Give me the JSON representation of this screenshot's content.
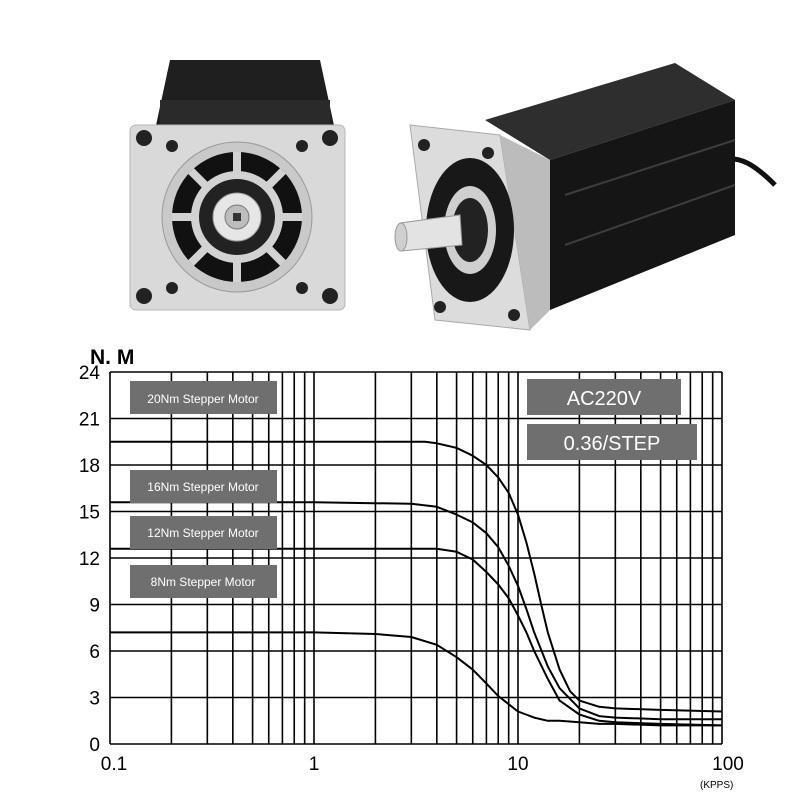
{
  "chart_data": {
    "type": "line",
    "ylabel": "N. M",
    "xunit": "(KPPS)",
    "x_scale": "log",
    "xlim": [
      0.1,
      100
    ],
    "ylim": [
      0,
      24
    ],
    "x_tick_labels": [
      "0.1",
      "1",
      "10",
      "100"
    ],
    "y_tick_labels": [
      "0",
      "3",
      "6",
      "9",
      "12",
      "15",
      "18",
      "21",
      "24"
    ],
    "grid": true,
    "info_boxes": [
      "AC220V",
      "0.36/STEP"
    ],
    "series": [
      {
        "name": "20Nm Stepper Motor",
        "x": [
          0.1,
          1,
          2,
          3.5,
          4,
          5,
          6,
          7,
          8,
          9,
          10,
          11,
          12,
          13,
          14,
          16,
          18,
          20,
          25,
          30,
          50,
          100
        ],
        "y": [
          19.5,
          19.5,
          19.5,
          19.5,
          19.4,
          19.1,
          18.6,
          18.0,
          17.2,
          16.2,
          14.8,
          13.0,
          11.0,
          9.0,
          7.2,
          4.8,
          3.4,
          2.8,
          2.4,
          2.3,
          2.2,
          2.1
        ]
      },
      {
        "name": "16Nm Stepper Motor",
        "x": [
          0.1,
          1,
          3,
          4,
          5,
          6,
          7,
          8,
          9,
          10,
          11,
          12,
          14,
          16,
          20,
          25,
          30,
          50,
          100
        ],
        "y": [
          15.6,
          15.6,
          15.5,
          15.3,
          14.8,
          14.3,
          13.6,
          12.7,
          11.5,
          10.2,
          8.7,
          7.2,
          5.0,
          3.6,
          2.3,
          1.8,
          1.7,
          1.6,
          1.6
        ]
      },
      {
        "name": "12Nm Stepper Motor",
        "x": [
          0.1,
          1,
          4,
          5,
          6,
          7,
          8,
          9,
          10,
          11,
          12,
          14,
          16,
          20,
          25,
          30,
          50,
          100
        ],
        "y": [
          12.6,
          12.6,
          12.6,
          12.4,
          11.9,
          11.1,
          10.3,
          9.4,
          8.3,
          7.2,
          6.0,
          4.2,
          2.8,
          1.9,
          1.5,
          1.4,
          1.3,
          1.2
        ]
      },
      {
        "name": "8Nm Stepper Motor",
        "x": [
          0.1,
          1,
          2,
          3,
          4,
          5,
          6,
          7,
          8,
          10,
          12,
          14,
          16,
          20,
          25,
          30,
          50,
          100
        ],
        "y": [
          7.2,
          7.2,
          7.1,
          6.9,
          6.4,
          5.6,
          4.8,
          3.9,
          3.1,
          2.1,
          1.7,
          1.5,
          1.5,
          1.4,
          1.3,
          1.3,
          1.2,
          1.2
        ]
      }
    ]
  },
  "colors": {
    "metal": "#d8d8d8",
    "body": "#222222",
    "label_box": "#6f6f6f",
    "label_text": "#ffffff",
    "grid": "#000000"
  },
  "icons": [
    "stepper-motor-front-image",
    "stepper-motor-side-image"
  ]
}
